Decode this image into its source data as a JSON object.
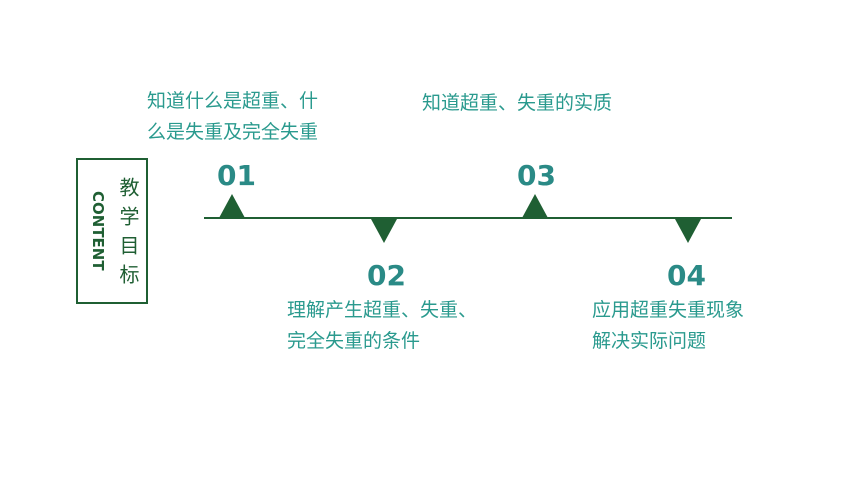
{
  "side_label": {
    "english": "CONTENT",
    "chinese": "教学目标"
  },
  "milestones": [
    {
      "number": "01",
      "lines": [
        "知道什么是超重、什",
        "么是失重及完全失重"
      ]
    },
    {
      "number": "02",
      "lines": [
        "理解产生超重、失重、",
        "完全失重的条件"
      ]
    },
    {
      "number": "03",
      "lines": [
        "知道超重、失重的实质"
      ]
    },
    {
      "number": "04",
      "lines": [
        "应用超重失重现象",
        "解决实际问题"
      ]
    }
  ],
  "colors": {
    "dark_green": "#1f5f33",
    "teal_number": "#2a8a86",
    "teal_text": "#2a9a8e"
  }
}
